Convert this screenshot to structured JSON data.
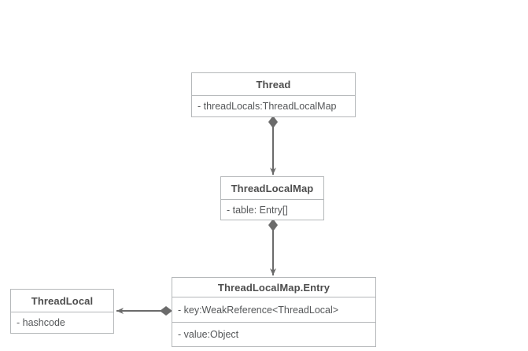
{
  "diagram": {
    "type": "uml-class-diagram",
    "background_color": "#ffffff",
    "border_color": "#b4b7b9",
    "text_color": "#4d4d4d",
    "edge_color": "#6b6b6b",
    "classes": [
      {
        "id": "thread",
        "name": "Thread",
        "attributes": [
          "- threadLocals:ThreadLocalMap"
        ]
      },
      {
        "id": "threadlocalmap",
        "name": "ThreadLocalMap",
        "attributes": [
          "- table: Entry[]"
        ]
      },
      {
        "id": "entry",
        "name": "ThreadLocalMap.Entry",
        "attributes": [
          "- key:WeakReference<ThreadLocal>",
          "- value:Object"
        ]
      },
      {
        "id": "threadlocal",
        "name": "ThreadLocal",
        "attributes": [
          "- hashcode"
        ]
      }
    ],
    "relations": [
      {
        "id": "thread-to-threadlocalmap",
        "kind": "composition",
        "from": "Thread",
        "to": "ThreadLocalMap",
        "label": ""
      },
      {
        "id": "threadlocalmap-to-entry",
        "kind": "composition",
        "from": "ThreadLocalMap",
        "to": "ThreadLocalMap.Entry",
        "label": ""
      },
      {
        "id": "entry-to-threadlocal",
        "kind": "composition",
        "from": "ThreadLocalMap.Entry",
        "to": "ThreadLocal",
        "label": ""
      }
    ]
  }
}
